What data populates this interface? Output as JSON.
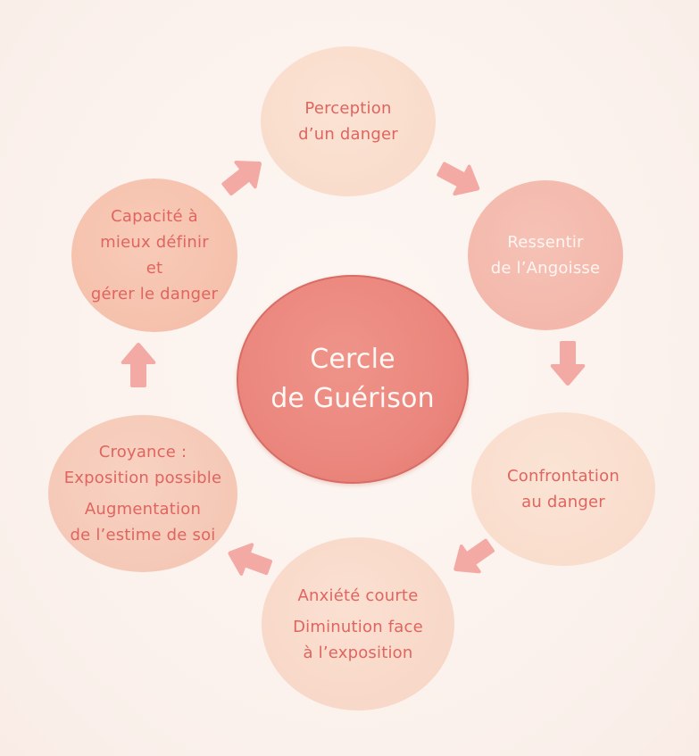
{
  "diagram": {
    "title": "Cercle de Guérison",
    "center": {
      "lines": [
        "Cercle",
        "de Guérison"
      ]
    },
    "steps": [
      {
        "id": "perception",
        "lines": [
          "Perception",
          "d’un danger"
        ]
      },
      {
        "id": "ressentir",
        "lines": [
          "Ressentir",
          "de l’Angoisse"
        ]
      },
      {
        "id": "confrontation",
        "lines": [
          "Confrontation",
          "au danger"
        ]
      },
      {
        "id": "anxiete",
        "lines": [
          "Anxiété courte",
          "Diminution face",
          "à l’exposition"
        ]
      },
      {
        "id": "croyance",
        "lines": [
          "Croyance :",
          "Exposition possible",
          "Augmentation",
          "de l’estime de soi"
        ]
      },
      {
        "id": "capacite",
        "lines": [
          "Capacité à",
          "mieux définir",
          "et",
          "gérer le danger"
        ]
      }
    ],
    "arrows": [
      {
        "from": "capacite",
        "to": "perception",
        "icon": "arrow-up-right-icon"
      },
      {
        "from": "perception",
        "to": "ressentir",
        "icon": "arrow-down-right-icon"
      },
      {
        "from": "ressentir",
        "to": "confrontation",
        "icon": "arrow-down-icon"
      },
      {
        "from": "confrontation",
        "to": "anxiete",
        "icon": "arrow-down-left-icon"
      },
      {
        "from": "anxiete",
        "to": "croyance",
        "icon": "arrow-left-up-icon"
      },
      {
        "from": "croyance",
        "to": "capacite",
        "icon": "arrow-up-icon"
      }
    ],
    "colors": {
      "background": "#fcf3ee",
      "text_accent": "#e0645f",
      "text_light": "#fff6f2",
      "center_fill": "#ea857c",
      "arrow_fill": "#f4aaa4"
    }
  }
}
